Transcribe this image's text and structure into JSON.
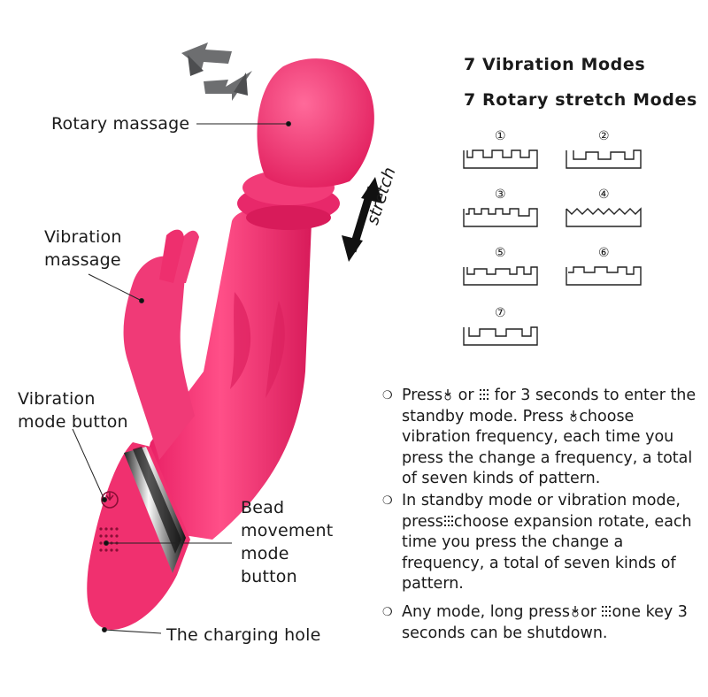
{
  "headings": {
    "vibration_modes": "7 Vibration Modes",
    "rotary_modes": "7 Rotary stretch Modes"
  },
  "stretch_label": "stretch",
  "labels": {
    "rotary_massage": "Rotary massage",
    "vibration_massage_line1": "Vibration",
    "vibration_massage_line2": "massage",
    "vibration_button_line1": "Vibration",
    "vibration_button_line2": "mode button",
    "bead_line1": "Bead",
    "bead_line2": "movement",
    "bead_line3": "mode",
    "bead_line4": "button",
    "charging_hole": "The charging hole"
  },
  "modes": [
    "①",
    "②",
    "③",
    "④",
    "⑤",
    "⑥",
    "⑦"
  ],
  "instructions": [
    {
      "p1": "Press",
      "p2": " or ",
      "p3": "  for 3 seconds to enter the standby mode. Press ",
      "p4": "choose vibration frequency, each time you press the change a frequency, a total of seven kinds of pattern."
    },
    {
      "p1": "In standby mode or vibration mode, press",
      "p2": "choose expansion rotate, each time you press the change a frequency, a total of seven kinds of pattern."
    },
    {
      "p1": "Any mode, long press",
      "p2": "or ",
      "p3": "one key 3 seconds can be shutdown."
    }
  ],
  "bullet_symbol": "❍",
  "colors": {
    "product_pink": "#f0306f",
    "product_dark": "#c41c55",
    "arrow_gray": "#6d6e70",
    "text": "#1a1a1a"
  },
  "icons": [
    "rotate-arrows-icon",
    "stretch-double-arrow-icon",
    "vibration-button-icon",
    "bead-button-icon"
  ]
}
